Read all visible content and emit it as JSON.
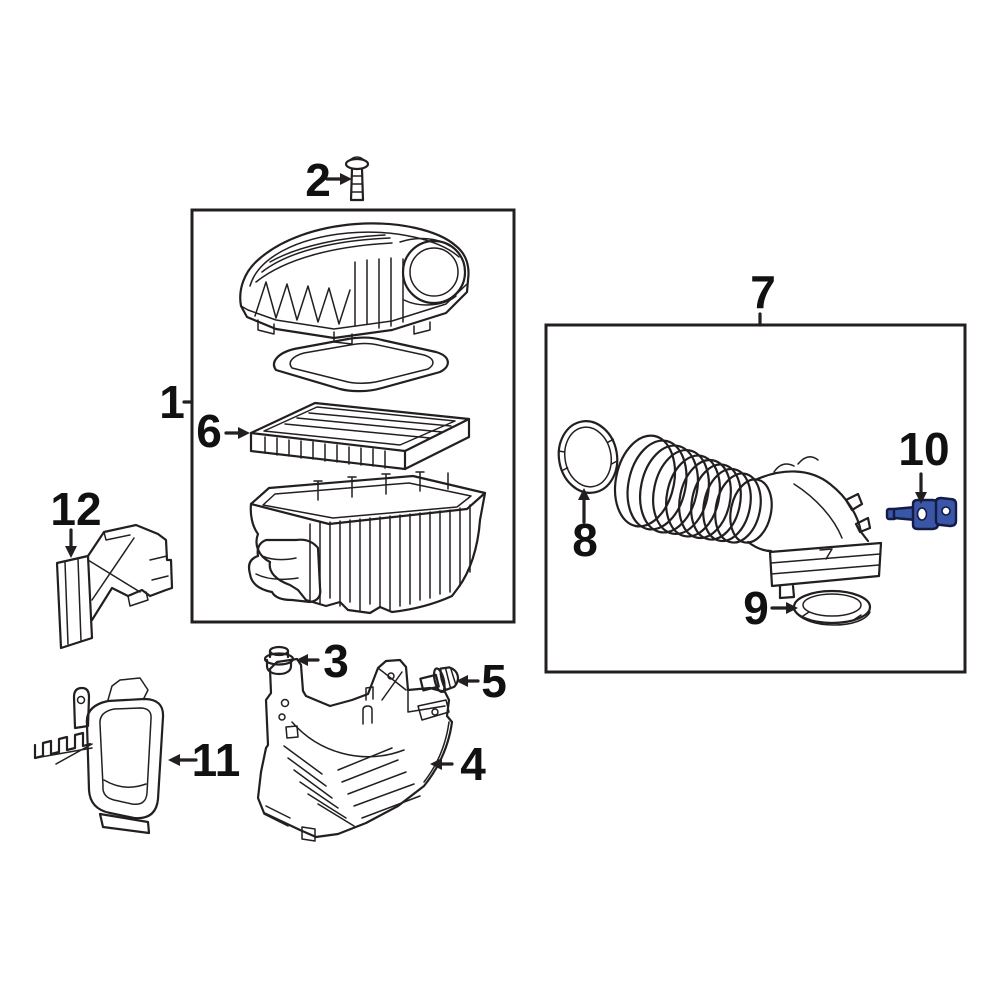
{
  "diagram": {
    "type": "exploded-parts-diagram",
    "background_color": "#ffffff",
    "line_color": "#231f20",
    "text_color": "#111111",
    "highlight_color": "#3a57a7",
    "highlight_outline_color": "#141b45",
    "callouts": [
      {
        "label": "1",
        "part": "air-cleaner-assembly-box",
        "highlighted": false
      },
      {
        "label": "2",
        "part": "cover-mounting-bolt",
        "highlighted": false
      },
      {
        "label": "3",
        "part": "grommet",
        "highlighted": false
      },
      {
        "label": "4",
        "part": "lower-support-bracket",
        "highlighted": false
      },
      {
        "label": "5",
        "part": "bracket-bolt",
        "highlighted": false
      },
      {
        "label": "6",
        "part": "air-filter-element",
        "highlighted": false
      },
      {
        "label": "7",
        "part": "air-intake-hose-assembly-box",
        "highlighted": false
      },
      {
        "label": "8",
        "part": "hose-clamp",
        "highlighted": false
      },
      {
        "label": "9",
        "part": "seal-ring",
        "highlighted": false
      },
      {
        "label": "10",
        "part": "intake-air-temperature-sensor",
        "highlighted": true
      },
      {
        "label": "11",
        "part": "lower-air-inlet-duct",
        "highlighted": false
      },
      {
        "label": "12",
        "part": "upper-air-inlet-duct",
        "highlighted": false
      }
    ]
  }
}
